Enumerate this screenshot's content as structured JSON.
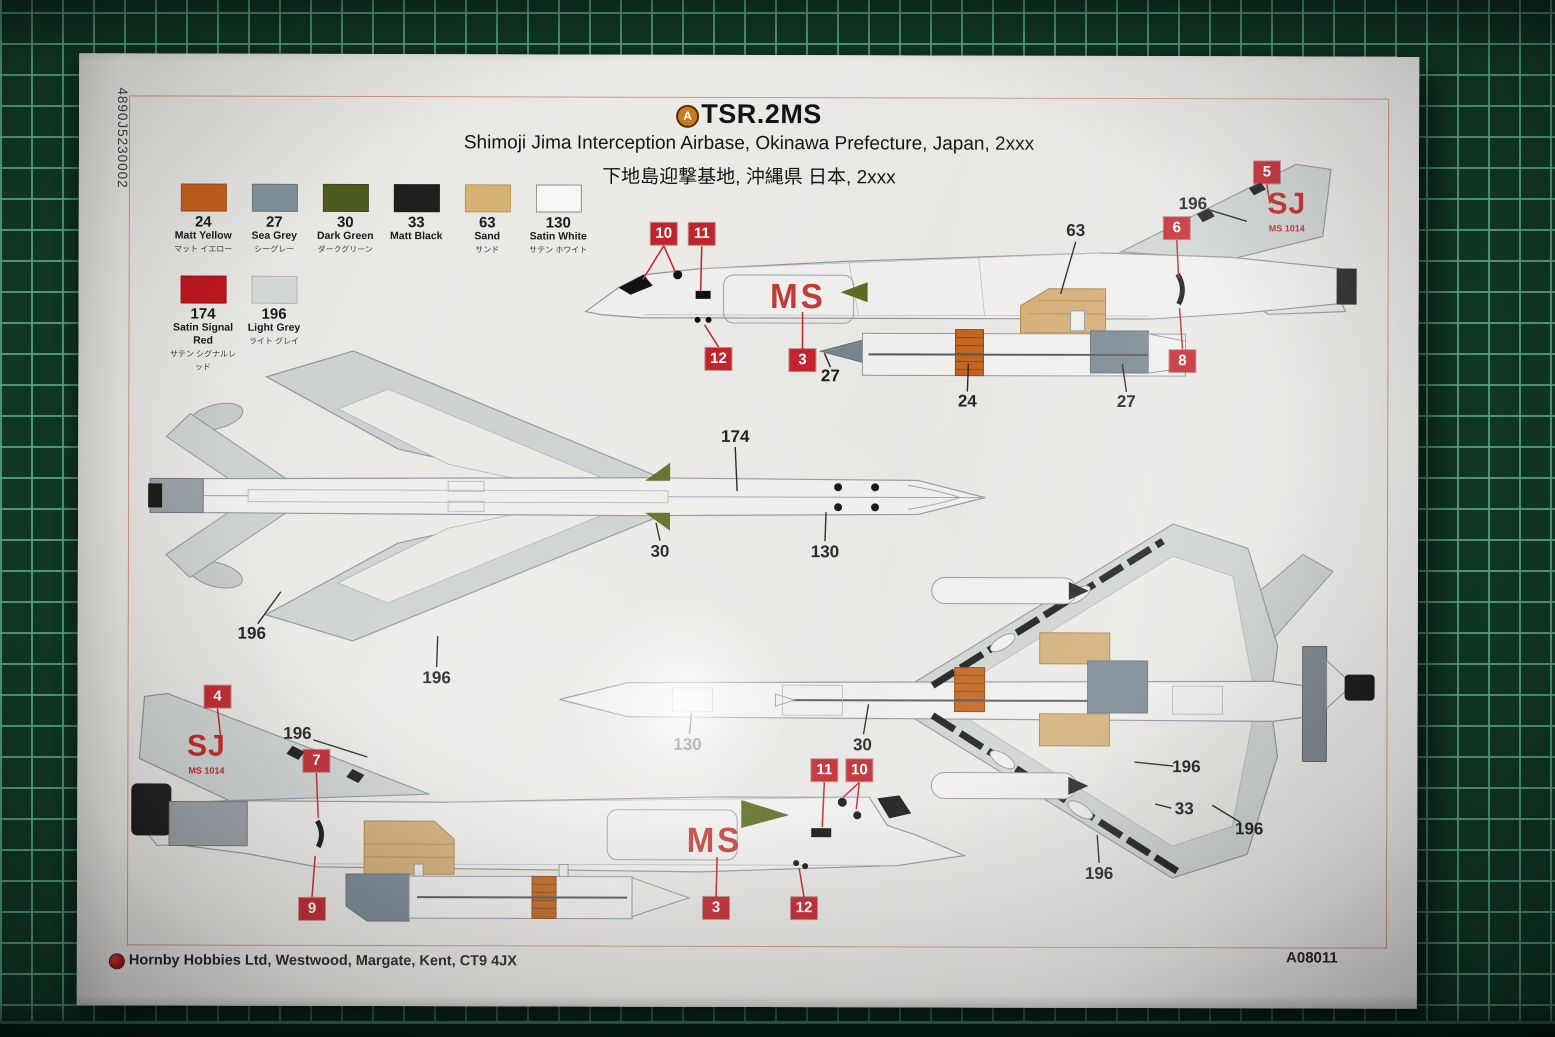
{
  "scene": {
    "mat_color": "#123d2a",
    "mat_grid_color": "#62b896",
    "callout_red": "#c0242c",
    "marking_red": "#c22522",
    "paper_color": "#e9e8e5"
  },
  "page": {
    "side_code": "4890J5230002",
    "header": {
      "scheme_letter": "A",
      "title": "TSR.2MS",
      "subtitle_en": "Shimoji Jima Interception Airbase, Okinawa Prefecture, Japan, 2xxx",
      "subtitle_ja": "下地島迎撃基地, 沖縄県 日本, 2xxx"
    },
    "palette": [
      {
        "code": "24",
        "name": "Matt Yellow",
        "ja": "マット イエロー",
        "hex": "#c2611e"
      },
      {
        "code": "27",
        "name": "Sea Grey",
        "ja": "シーグレー",
        "hex": "#7f929b"
      },
      {
        "code": "30",
        "name": "Dark Green",
        "ja": "ダークグリーン",
        "hex": "#4c5c20"
      },
      {
        "code": "33",
        "name": "Matt Black",
        "ja": "",
        "hex": "#1f1f1d"
      },
      {
        "code": "63",
        "name": "Sand",
        "ja": "サンド",
        "hex": "#d6b273"
      },
      {
        "code": "130",
        "name": "Satin White",
        "ja": "サテン ホワイト",
        "hex": "#f6f6f4"
      },
      {
        "code": "174",
        "name": "Satin Signal Red",
        "ja": "サテン シグナルレッド",
        "hex": "#bc181f"
      },
      {
        "code": "196",
        "name": "Light Grey",
        "ja": "ライト グレイ",
        "hex": "#d4d8d5"
      }
    ],
    "markings": {
      "fuselage_code": "MS",
      "tail_code": "SJ",
      "tail_serial": "MS 1014"
    },
    "views": {
      "side_profile_starboard": {
        "badges": [
          "10",
          "11",
          "12",
          "3",
          "5",
          "6",
          "8"
        ],
        "labels": [
          "196",
          "63",
          "27",
          "24",
          "27"
        ]
      },
      "top_view": {
        "labels": [
          "174",
          "30",
          "130",
          "196",
          "196"
        ]
      },
      "bottom_view": {
        "labels": [
          "130",
          "30",
          "196",
          "33",
          "196",
          "196"
        ]
      },
      "side_profile_port": {
        "badges": [
          "4",
          "7",
          "9",
          "11",
          "10",
          "3",
          "12"
        ],
        "labels": [
          "196"
        ]
      }
    },
    "footer": {
      "imprint": "Hornby Hobbies Ltd, Westwood, Margate, Kent, CT9 4JX",
      "kit_code": "A08011"
    }
  }
}
